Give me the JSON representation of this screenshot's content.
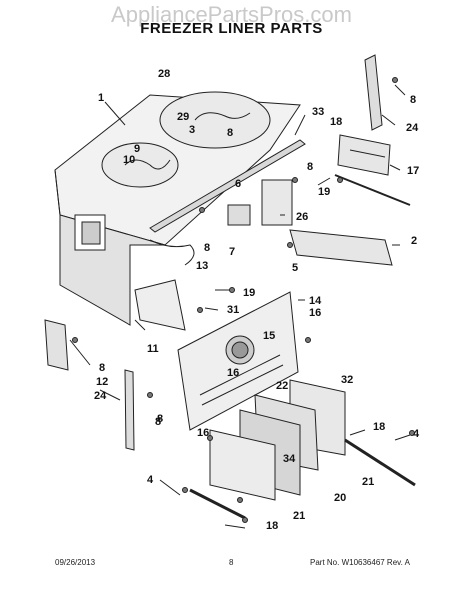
{
  "watermark": "AppliancePartsPros.com",
  "title": "FREEZER LINER PARTS",
  "footer": {
    "date": "09/26/2013",
    "page": "8",
    "part_no": "Part No. W10636467 Rev. A"
  },
  "callouts": [
    "28",
    "1",
    "33",
    "29",
    "3",
    "8",
    "9",
    "10",
    "18",
    "8",
    "24",
    "17",
    "8",
    "19",
    "6",
    "26",
    "8",
    "2",
    "7",
    "5",
    "13",
    "19",
    "14",
    "31",
    "16",
    "15",
    "11",
    "8",
    "12",
    "24",
    "8",
    "16",
    "32",
    "22",
    "18",
    "4",
    "34",
    "21",
    "20",
    "4",
    "21",
    "18",
    "8",
    "16"
  ]
}
